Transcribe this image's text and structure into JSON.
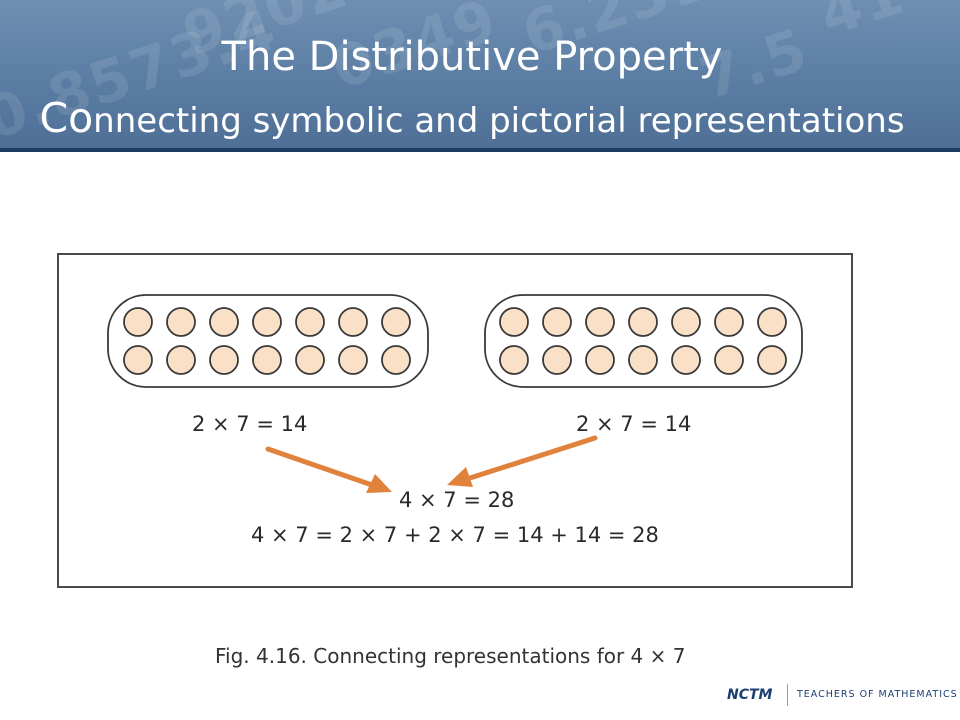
{
  "slide": {
    "title": "The Distributive Property",
    "subtitle_cap": "Co",
    "subtitle_rest": "nnecting symbolic and pictorial representations"
  },
  "diagram": {
    "groups": [
      {
        "rows": 2,
        "cols": 7,
        "equation": "2 × 7 = 14"
      },
      {
        "rows": 2,
        "cols": 7,
        "equation": "2 × 7 = 14"
      }
    ],
    "result": "4 × 7 = 28",
    "expanded": "4 × 7 = 2 × 7 + 2 × 7 = 14 + 14 = 28",
    "colors": {
      "counter_fill": "#fae0c6",
      "counter_stroke": "#3a3a3a",
      "arrow": "#e0823c"
    }
  },
  "caption": "Fig. 4.16. Connecting representations for 4 × 7",
  "logo": {
    "name": "NCTM",
    "full_name": "TEACHERS OF MATHEMATICS"
  }
}
